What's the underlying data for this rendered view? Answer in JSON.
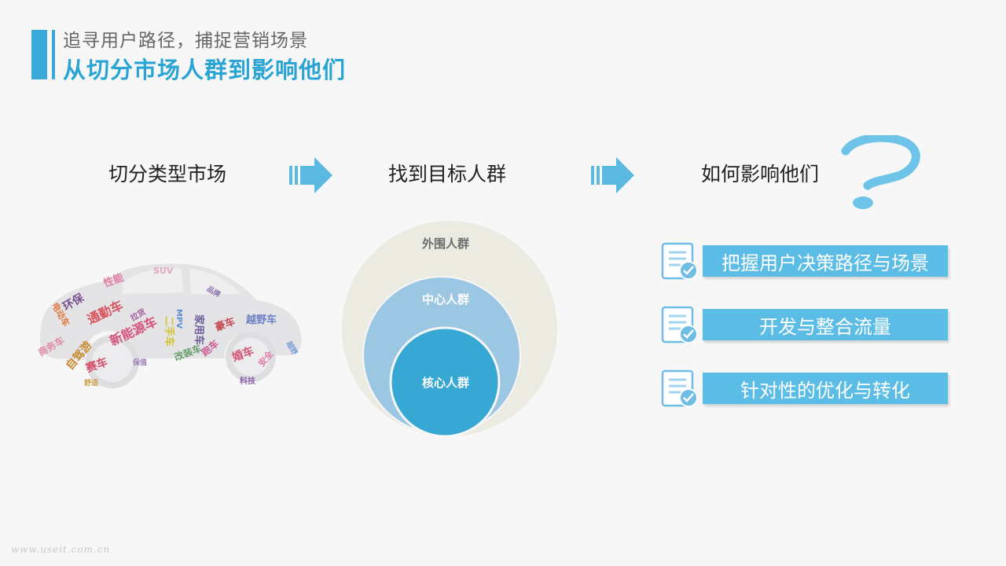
{
  "header": {
    "subtitle": "追寻用户路径，捕捉营销场景",
    "title": "从切分市场人群到影响他们"
  },
  "steps": [
    {
      "label": "切分类型市场"
    },
    {
      "label": "找到目标人群"
    },
    {
      "label": "如何影响他们"
    }
  ],
  "circles": {
    "outer": "外围人群",
    "middle": "中心人群",
    "inner": "核心人群"
  },
  "actions": [
    {
      "label": "把握用户决策路径与场景"
    },
    {
      "label": "开发与整合流量"
    },
    {
      "label": "针对性的优化与转化"
    }
  ],
  "car_words": [
    {
      "text": "性能",
      "color": "#e17ca1"
    },
    {
      "text": "SUV",
      "color": "#e3a6c1"
    },
    {
      "text": "品牌",
      "color": "#8a6fae"
    },
    {
      "text": "环保",
      "color": "#7a4f8d"
    },
    {
      "text": "通勤车",
      "color": "#d9535c"
    },
    {
      "text": "新能源车",
      "color": "#d6537f"
    },
    {
      "text": "越野车",
      "color": "#6a7fc4"
    },
    {
      "text": "电动车",
      "color": "#e07a3f"
    },
    {
      "text": "拉货",
      "color": "#a0619e"
    },
    {
      "text": "MPV",
      "color": "#5b8fcf"
    },
    {
      "text": "二手车",
      "color": "#d4c230"
    },
    {
      "text": "家用车",
      "color": "#6d5b9a"
    },
    {
      "text": "豪车",
      "color": "#c34b56"
    },
    {
      "text": "商务车",
      "color": "#e08aa3"
    },
    {
      "text": "自驾游",
      "color": "#c78a2f"
    },
    {
      "text": "赛车",
      "color": "#d2506a"
    },
    {
      "text": "改装车",
      "color": "#6a9d6a"
    },
    {
      "text": "跑车",
      "color": "#cc5d95"
    },
    {
      "text": "婚车",
      "color": "#d35472"
    },
    {
      "text": "科技",
      "color": "#8a5fa8"
    },
    {
      "text": "安全",
      "color": "#e07aa3"
    },
    {
      "text": "舒适",
      "color": "#c79a3f"
    },
    {
      "text": "越野",
      "color": "#7aa0d6"
    },
    {
      "text": "保值",
      "color": "#9b7bb8"
    }
  ],
  "watermark": "www.useit.com.cn",
  "colors": {
    "accent": "#3aa9d8",
    "action_box": "#5bbde5",
    "outer_circle": "#ecebe2",
    "middle_circle": "#9cc7e3",
    "inner_circle": "#37a7d4"
  }
}
